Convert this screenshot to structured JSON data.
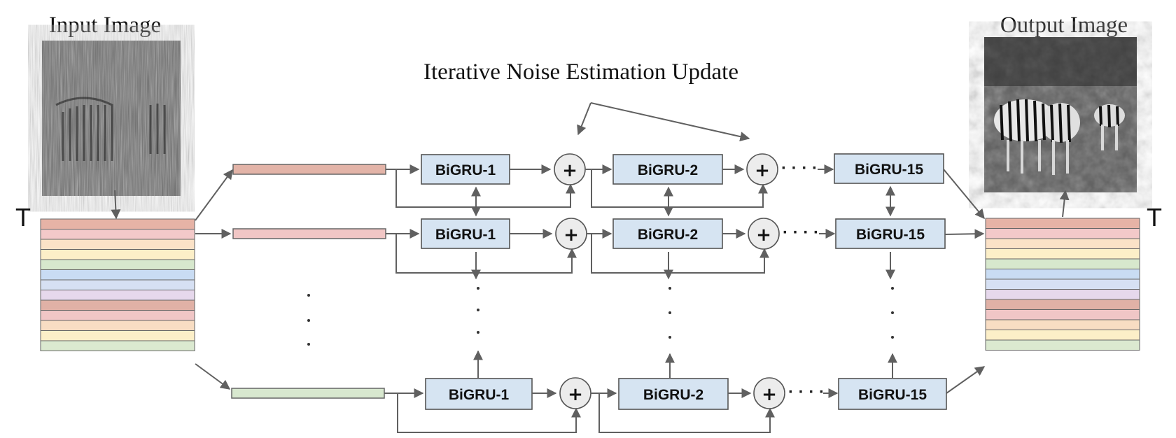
{
  "labels": {
    "input_image": "Input Image",
    "output_image": "Output Image",
    "iterative_update": "Iterative Noise Estimation Update",
    "left_t": "T",
    "right_t": "T"
  },
  "blocks": {
    "first": "BiGRU-1",
    "second": "BiGRU-2",
    "last": "BiGRU-15"
  },
  "plus_symbol": "+",
  "ellipsis": "· · · ·",
  "colors": {
    "box_fill": "#d6e4f2",
    "stripes": [
      "#e6b3a6",
      "#f3c9c9",
      "#fbe2c7",
      "#fcefc8",
      "#d7e8cd",
      "#c9dcf3",
      "#d6e0f3",
      "#e6d8ec",
      "#e0b1a6",
      "#f0c6c6",
      "#f8ddc3",
      "#fcefc8",
      "#dbe9d0"
    ],
    "input_bars": [
      "#e3b4a8",
      "#f1c6c5",
      "#d8e8cf"
    ]
  }
}
